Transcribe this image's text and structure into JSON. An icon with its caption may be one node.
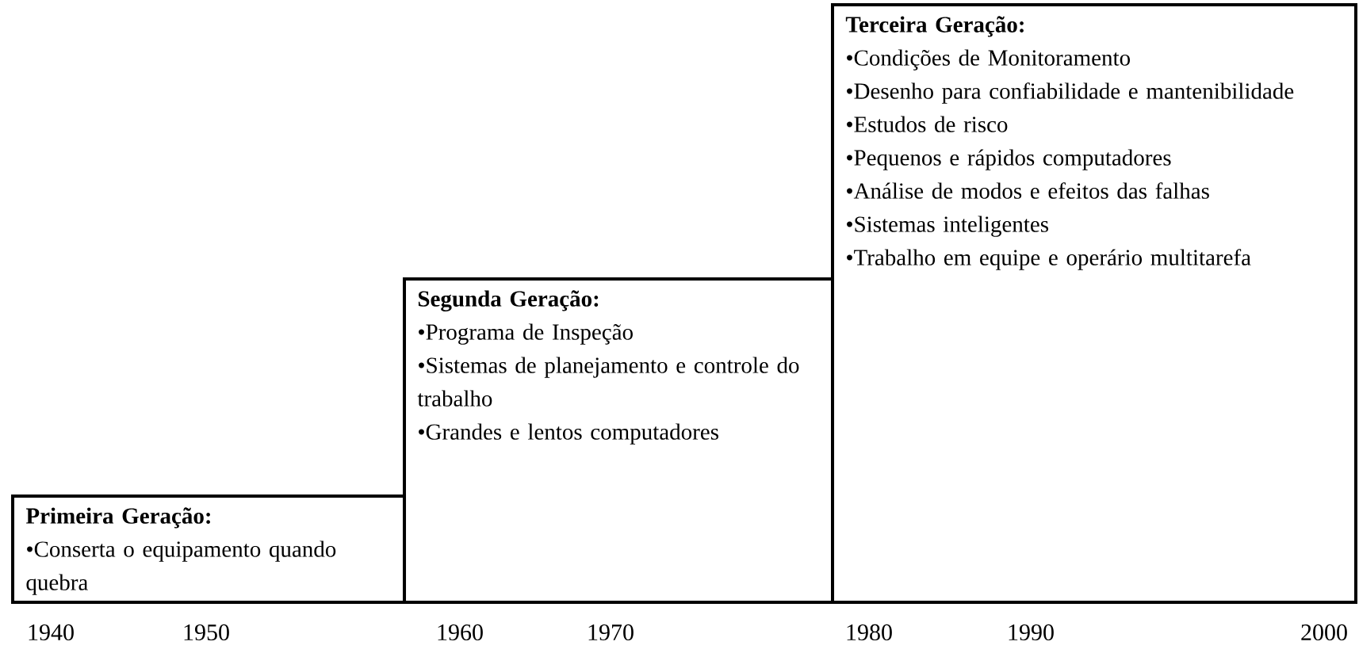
{
  "diagram": {
    "nodes": [
      {
        "text": [
          "Primeira Geração:",
          "•Conserta o equipamento quando quebra"
        ]
      },
      {
        "text": [
          "Segunda Geração:",
          "•Programa de Inspeção",
          "•Sistemas de planejamento e controle do trabalho",
          "•Grandes e lentos computadores"
        ]
      },
      {
        "text": [
          "Terceira Geração:",
          "•Condições de Monitoramento",
          "•Desenho para confiabilidade e mantenibilidade",
          "•Estudos de risco",
          "•Pequenos e rápidos computadores",
          "•Análise de modos e efeitos das falhas",
          "•Sistemas inteligentes",
          "•Trabalho em equipe e operário multitarefa"
        ]
      }
    ],
    "labels": [
      "1940",
      "1950",
      "1960",
      "1970",
      "1980",
      "1990",
      "2000"
    ]
  }
}
